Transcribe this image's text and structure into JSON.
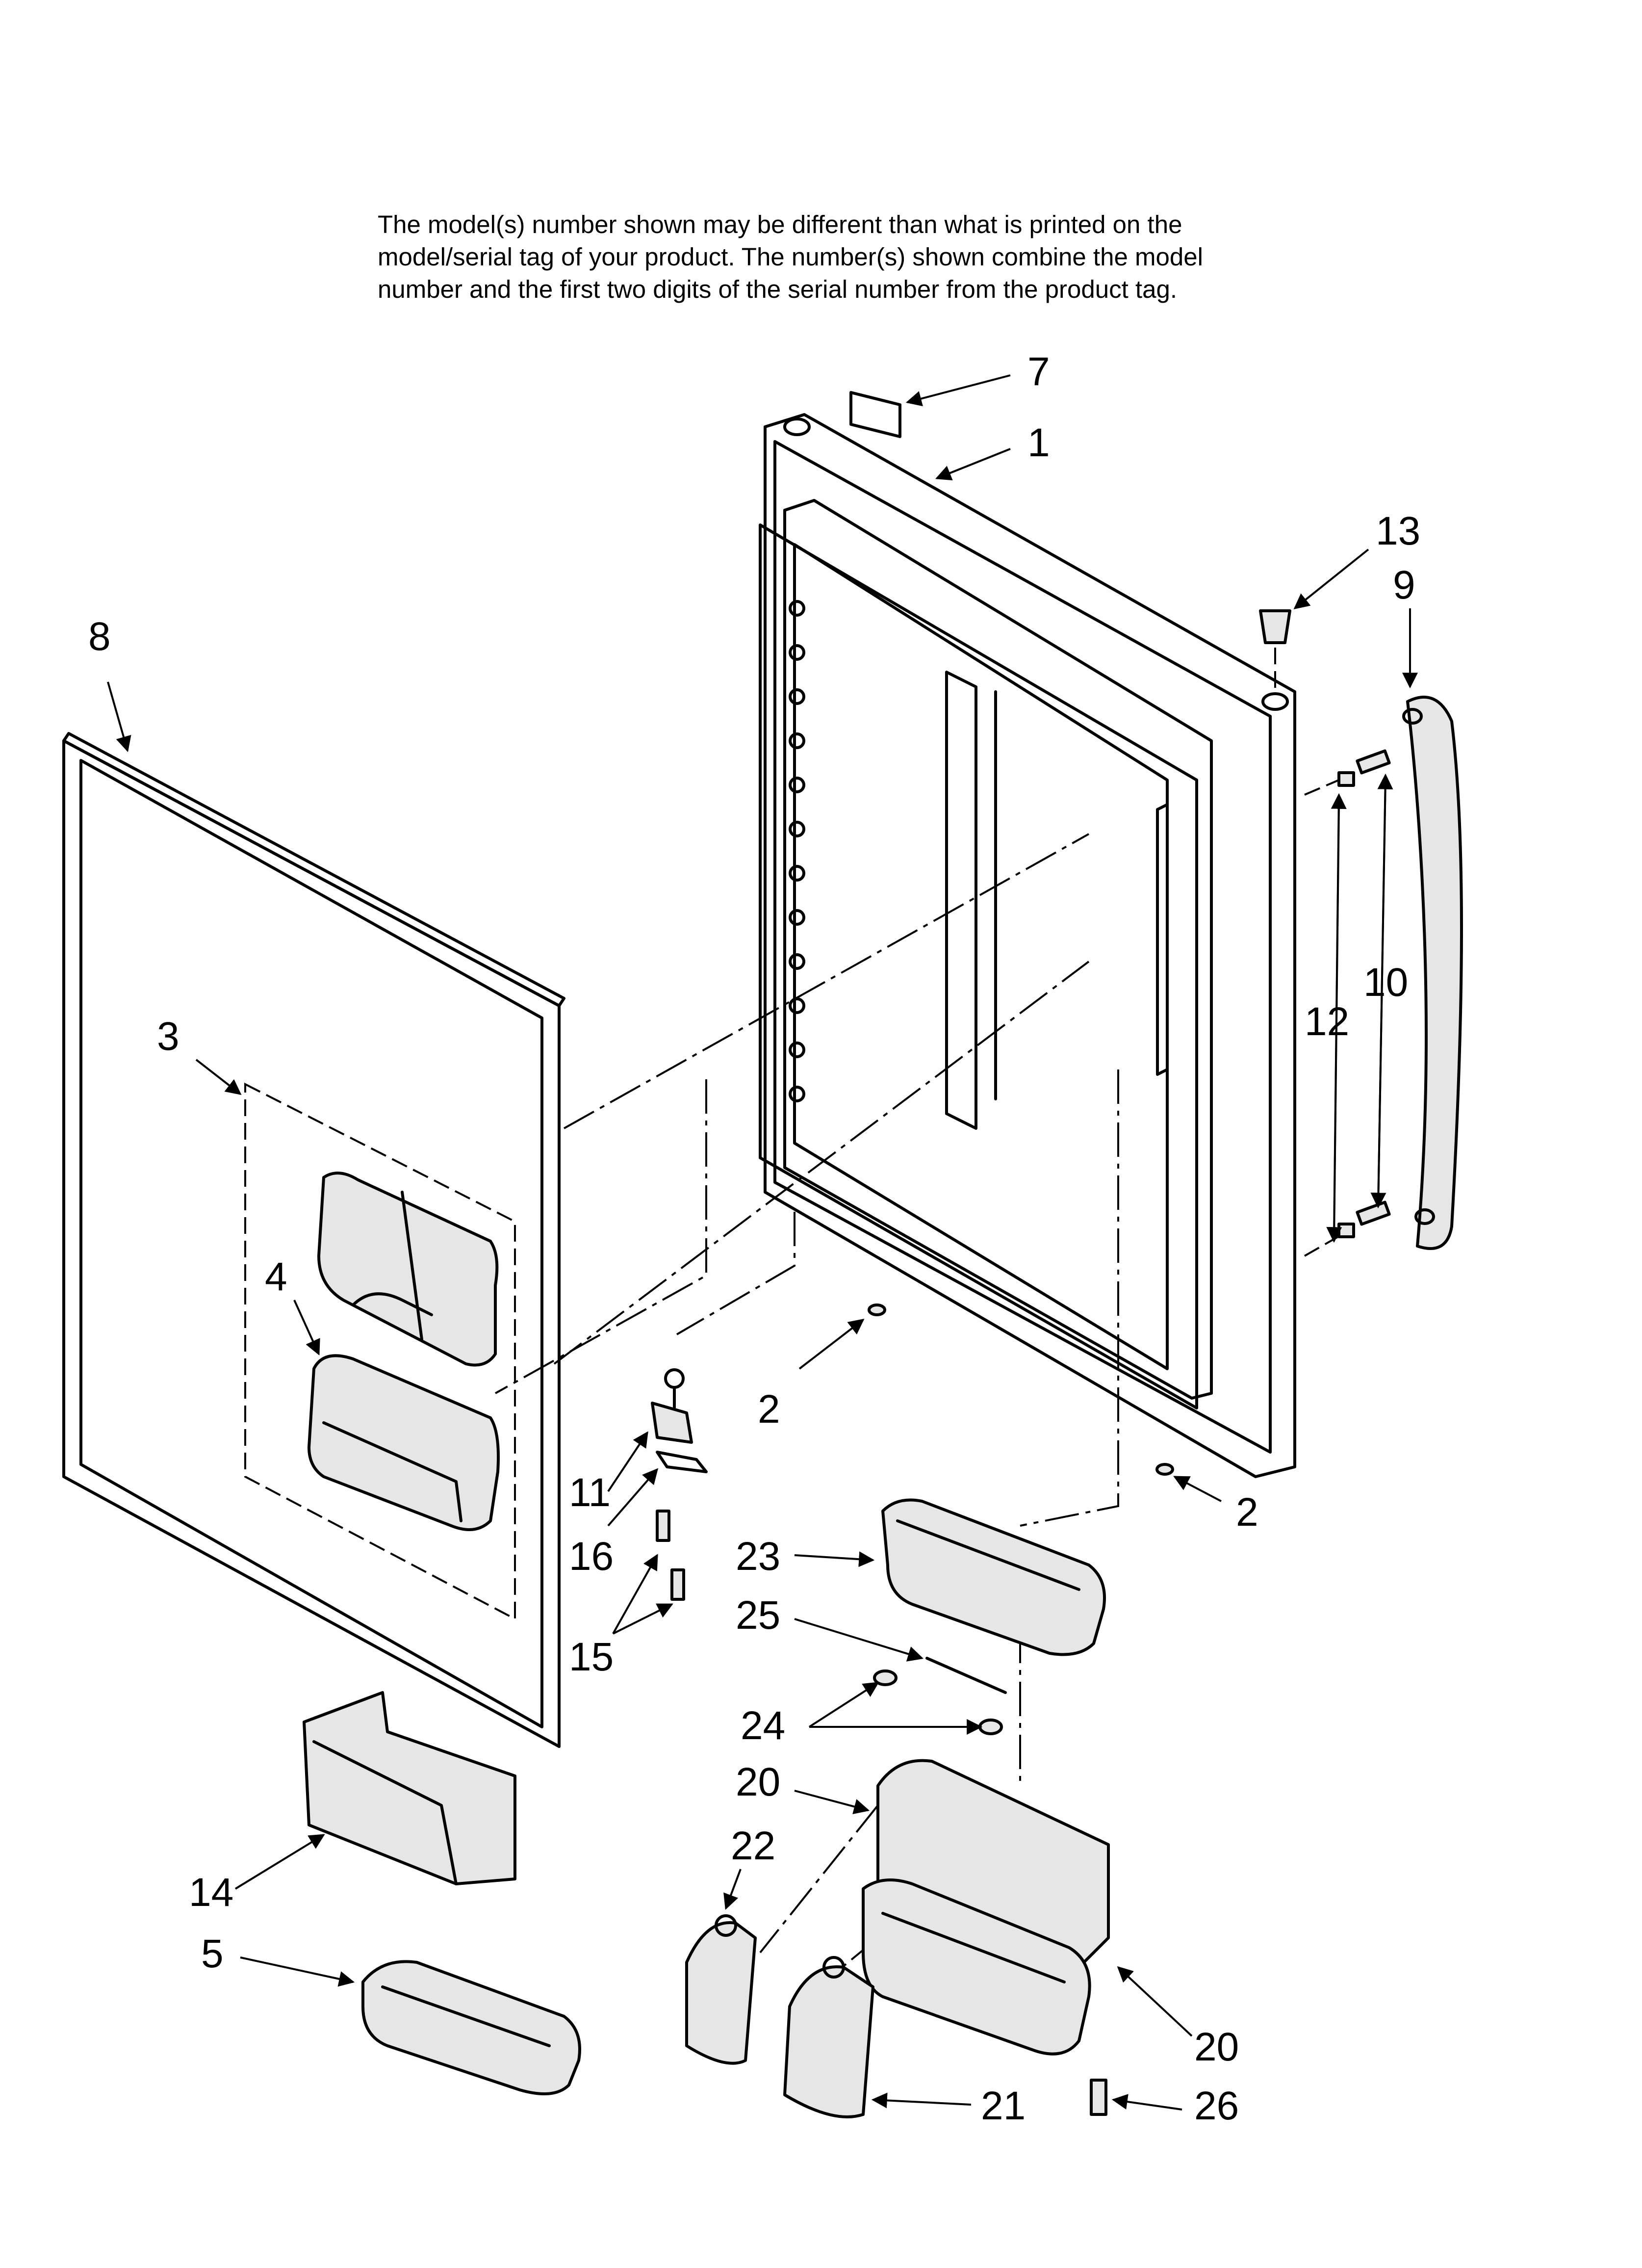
{
  "note": {
    "lines": [
      "The model(s) number shown may be different than what is printed on the",
      "model/serial tag of your product. The number(s) shown combine the model",
      "number and the first two digits of the serial number from the product tag."
    ]
  },
  "callouts": {
    "c7": "7",
    "c1": "1",
    "c13": "13",
    "c9": "9",
    "c8": "8",
    "c3": "3",
    "c4": "4",
    "c12": "12",
    "c10": "10",
    "c2a": "2",
    "c2b": "2",
    "c11": "11",
    "c16": "16",
    "c15": "15",
    "c23": "23",
    "c25": "25",
    "c24": "24",
    "c20a": "20",
    "c22": "22",
    "c14": "14",
    "c5": "5",
    "c20b": "20",
    "c26": "26",
    "c21": "21"
  }
}
